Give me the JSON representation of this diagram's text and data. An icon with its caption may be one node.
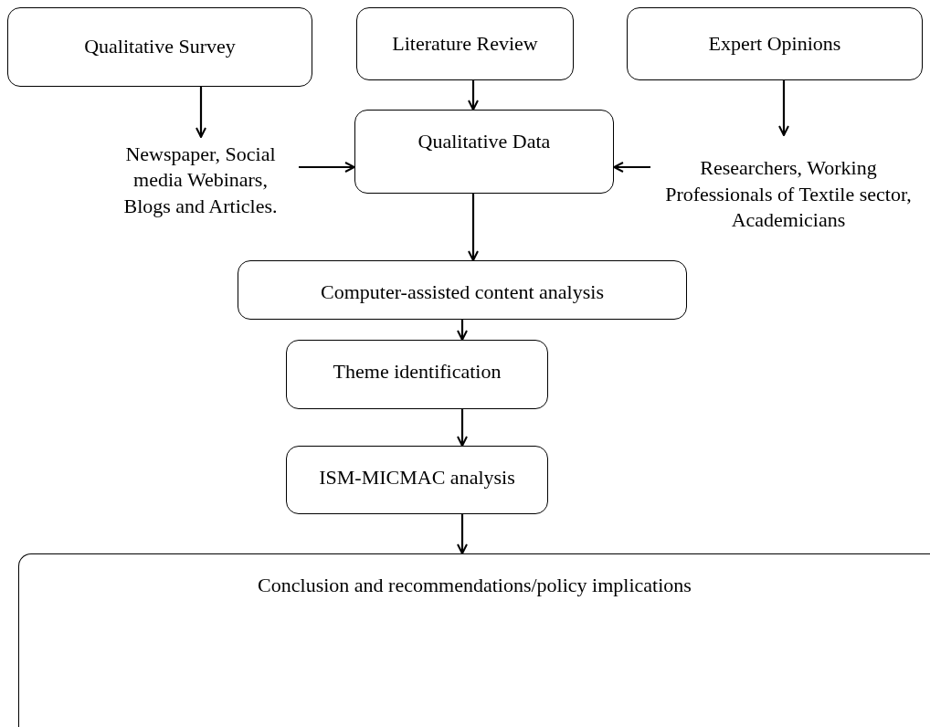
{
  "diagram": {
    "nodes": [
      {
        "text": [
          "Qualitative Survey"
        ]
      },
      {
        "text": [
          "Literature Review"
        ]
      },
      {
        "text": [
          "Expert Opinions"
        ]
      },
      {
        "text": [
          "Newspaper, Social media Webinars, Blogs and Articles."
        ]
      },
      {
        "text": [
          "Qualitative Data"
        ]
      },
      {
        "text": [
          "Researchers, Working Professionals of Textile sector, Academicians"
        ]
      },
      {
        "text": [
          "Computer-assisted content analysis"
        ]
      },
      {
        "text": [
          "Theme identification"
        ]
      },
      {
        "text": [
          "ISM-MICMAC analysis"
        ]
      },
      {
        "text": [
          "Conclusion and recommendations/policy implications"
        ]
      }
    ],
    "edges": [
      {
        "from": 0,
        "to": 3,
        "arrow": "to"
      },
      {
        "from": 1,
        "to": 4,
        "arrow": "to"
      },
      {
        "from": 2,
        "to": 5,
        "arrow": "to"
      },
      {
        "from": 3,
        "to": 4,
        "arrow": "to"
      },
      {
        "from": 5,
        "to": 4,
        "arrow": "to"
      },
      {
        "from": 4,
        "to": 6,
        "arrow": "to"
      },
      {
        "from": 6,
        "to": 7,
        "arrow": "to"
      },
      {
        "from": 7,
        "to": 8,
        "arrow": "to"
      },
      {
        "from": 8,
        "to": 9,
        "arrow": "to"
      }
    ]
  }
}
